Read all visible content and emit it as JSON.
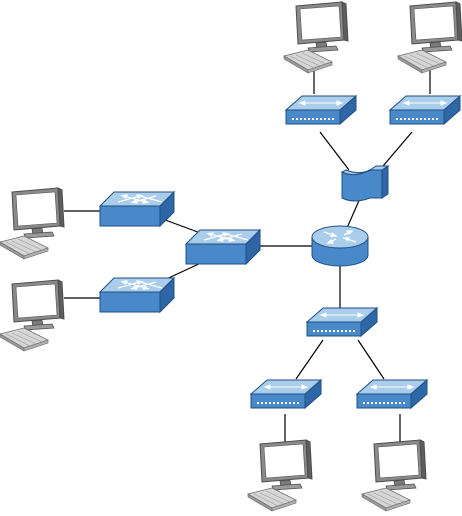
{
  "diagram": {
    "type": "network-topology",
    "background": "#ffffff",
    "colors": {
      "device_top": "#a9cdea",
      "device_front": "#4a89c9",
      "device_side": "#2f67a6",
      "device_outline": "#1f4f86",
      "link": "#000000",
      "monitor_bezel": "#6f6f6f",
      "monitor_screen": "#ffffff",
      "keyboard": "#cfcfcf"
    },
    "devices": [
      {
        "id": "router-1",
        "kind": "router",
        "icon": "router-icon"
      },
      {
        "id": "firewall-1",
        "kind": "firewall",
        "icon": "firewall-icon"
      },
      {
        "id": "core-switch",
        "kind": "switch",
        "icon": "switch-icon"
      },
      {
        "id": "switch-left-top",
        "kind": "switch",
        "icon": "switch-icon"
      },
      {
        "id": "switch-left-bottom",
        "kind": "switch",
        "icon": "switch-icon"
      },
      {
        "id": "hub-top-left",
        "kind": "hub",
        "icon": "hub-icon"
      },
      {
        "id": "hub-top-right",
        "kind": "hub",
        "icon": "hub-icon"
      },
      {
        "id": "hub-middle",
        "kind": "hub",
        "icon": "hub-icon"
      },
      {
        "id": "hub-bottom-left",
        "kind": "hub",
        "icon": "hub-icon"
      },
      {
        "id": "hub-bottom-right",
        "kind": "hub",
        "icon": "hub-icon"
      },
      {
        "id": "pc-top-left",
        "kind": "workstation",
        "icon": "workstation-icon"
      },
      {
        "id": "pc-top-right",
        "kind": "workstation",
        "icon": "workstation-icon"
      },
      {
        "id": "pc-left-top",
        "kind": "workstation",
        "icon": "workstation-icon"
      },
      {
        "id": "pc-left-bottom",
        "kind": "workstation",
        "icon": "workstation-icon"
      },
      {
        "id": "pc-bottom-left",
        "kind": "workstation",
        "icon": "workstation-icon"
      },
      {
        "id": "pc-bottom-right",
        "kind": "workstation",
        "icon": "workstation-icon"
      }
    ],
    "links": [
      {
        "from": "router-1",
        "to": "firewall-1"
      },
      {
        "from": "router-1",
        "to": "core-switch"
      },
      {
        "from": "router-1",
        "to": "hub-middle"
      },
      {
        "from": "firewall-1",
        "to": "hub-top-left"
      },
      {
        "from": "firewall-1",
        "to": "hub-top-right"
      },
      {
        "from": "hub-top-left",
        "to": "pc-top-left"
      },
      {
        "from": "hub-top-right",
        "to": "pc-top-right"
      },
      {
        "from": "core-switch",
        "to": "switch-left-top"
      },
      {
        "from": "core-switch",
        "to": "switch-left-bottom"
      },
      {
        "from": "switch-left-top",
        "to": "pc-left-top"
      },
      {
        "from": "switch-left-bottom",
        "to": "pc-left-bottom"
      },
      {
        "from": "hub-middle",
        "to": "hub-bottom-left"
      },
      {
        "from": "hub-middle",
        "to": "hub-bottom-right"
      },
      {
        "from": "hub-bottom-left",
        "to": "pc-bottom-left"
      },
      {
        "from": "hub-bottom-right",
        "to": "pc-bottom-right"
      }
    ]
  }
}
